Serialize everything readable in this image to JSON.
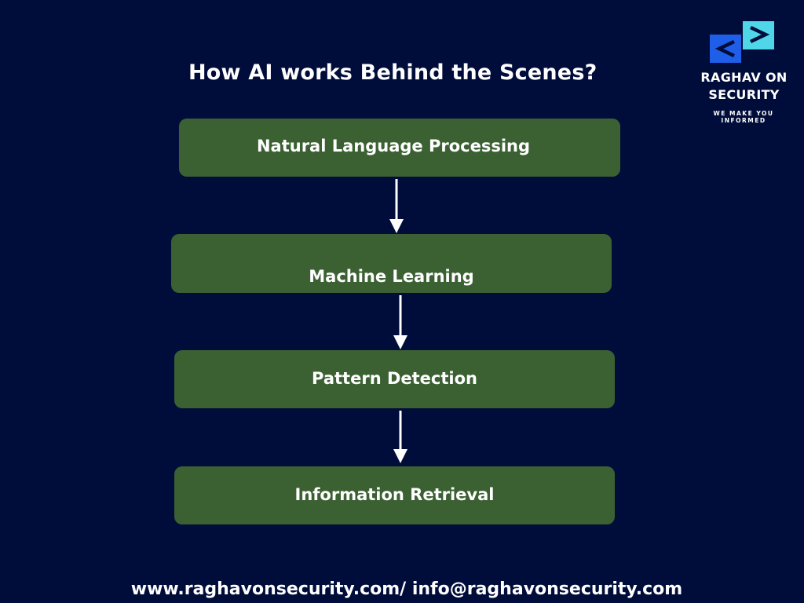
{
  "title": "How AI works Behind the Scenes?",
  "steps": [
    {
      "label": "Natural Language Processing"
    },
    {
      "label": "Machine Learning"
    },
    {
      "label": "Pattern Detection"
    },
    {
      "label": "Information Retrieval"
    }
  ],
  "brand": {
    "name_line1": "RAGHAV ON",
    "name_line2": "SECURITY",
    "tagline_line1": "WE MAKE YOU",
    "tagline_line2": "INFORMED",
    "icon": "code-brackets-icon",
    "colors": {
      "left_bracket": "#1f5ee8",
      "right_bracket": "#4fd6e8"
    }
  },
  "footer": "www.raghavonsecurity.com/ info@raghavonsecurity.com",
  "colors": {
    "background": "#000d3a",
    "box": "#3b6133",
    "text": "#ffffff",
    "arrow": "#ffffff"
  }
}
